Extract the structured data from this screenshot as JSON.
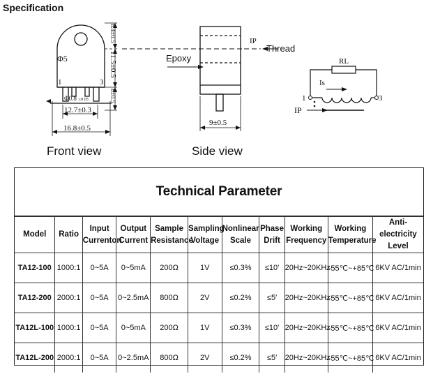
{
  "page_title": "Specification",
  "front_view": {
    "caption": "Front view",
    "hole_label": "Φ5",
    "pin_left": "1",
    "pin_right": "3",
    "dim_top": "8.4±0.5",
    "dim_middle": "11.5±0.5",
    "dim_lower": "8±0.5",
    "pin_diameter": "Φ0.8",
    "pin_diameter_tol": "±0.05",
    "dim_pin_pitch": "12.7±0.3",
    "dim_width": "16.8±0.5"
  },
  "side_view": {
    "caption": "Side view",
    "epoxy_label": "Epoxy",
    "ip_label": "IP",
    "thread_label": "Thread",
    "dim_thickness": "9±0.5"
  },
  "schematic": {
    "rl_label": "RL",
    "is_label": "Is",
    "ip_label": "IP",
    "pin_1": "1",
    "pin_3": "3"
  },
  "table": {
    "title": "Technical Parameter",
    "headers": [
      [
        "Model"
      ],
      [
        "Ratio"
      ],
      [
        "Input",
        "Currenton"
      ],
      [
        "Output",
        "Current"
      ],
      [
        "Sample",
        "Resistance"
      ],
      [
        "Sampling",
        "Voltage"
      ],
      [
        "Nonlinear",
        "Scale"
      ],
      [
        "Phase",
        "Drift"
      ],
      [
        "Working",
        "Frequency"
      ],
      [
        "Working",
        "Temperature"
      ],
      [
        "Anti-electricity",
        "Level"
      ]
    ],
    "rows": [
      [
        "TA12-100",
        "1000:1",
        "0~5A",
        "0~5mA",
        "200Ω",
        "1V",
        "≤0.3%",
        "≤10′",
        "20Hz~20KHz",
        "-55℃~+85℃",
        "6KV AC/1min"
      ],
      [
        "TA12-200",
        "2000:1",
        "0~5A",
        "0~2.5mA",
        "800Ω",
        "2V",
        "≤0.2%",
        "≤5′",
        "20Hz~20KHz",
        "-55℃~+85℃",
        "6KV AC/1min"
      ],
      [
        "TA12L-100",
        "1000:1",
        "0~5A",
        "0~5mA",
        "200Ω",
        "1V",
        "≤0.3%",
        "≤10′",
        "20Hz~20KHz",
        "-55℃~+85℃",
        "6KV AC/1min"
      ],
      [
        "TA12L-200",
        "2000:1",
        "0~5A",
        "0~2.5mA",
        "800Ω",
        "2V",
        "≤0.2%",
        "≤5′",
        "20Hz~20KHz",
        "-55℃~+85℃",
        "6KV AC/1min"
      ]
    ]
  }
}
